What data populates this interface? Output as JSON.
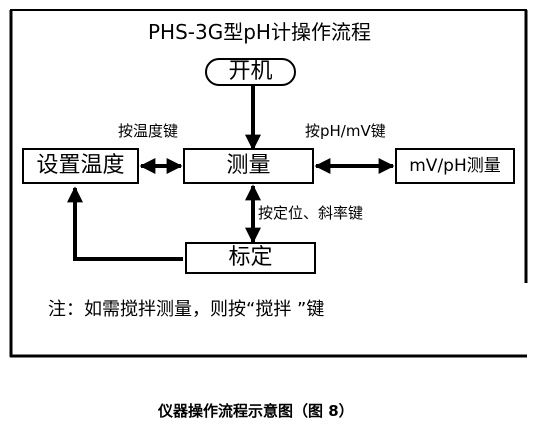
{
  "diagram": {
    "title": "PHS-3G型pH计操作流程",
    "nodes": {
      "power_on": "开机",
      "settings": "设置温度",
      "measure": "测量",
      "mode": "mV/pH测量",
      "calibrate": "标定"
    },
    "edge_labels": {
      "temp_key": "按温度键",
      "ph_mv_key": "按pH/mV键",
      "cal_keys": "按定位、斜率键"
    },
    "note": "注：如需搅拌测量，则按“搅拌 ”键"
  },
  "caption": "仪器操作流程示意图（图 8）"
}
